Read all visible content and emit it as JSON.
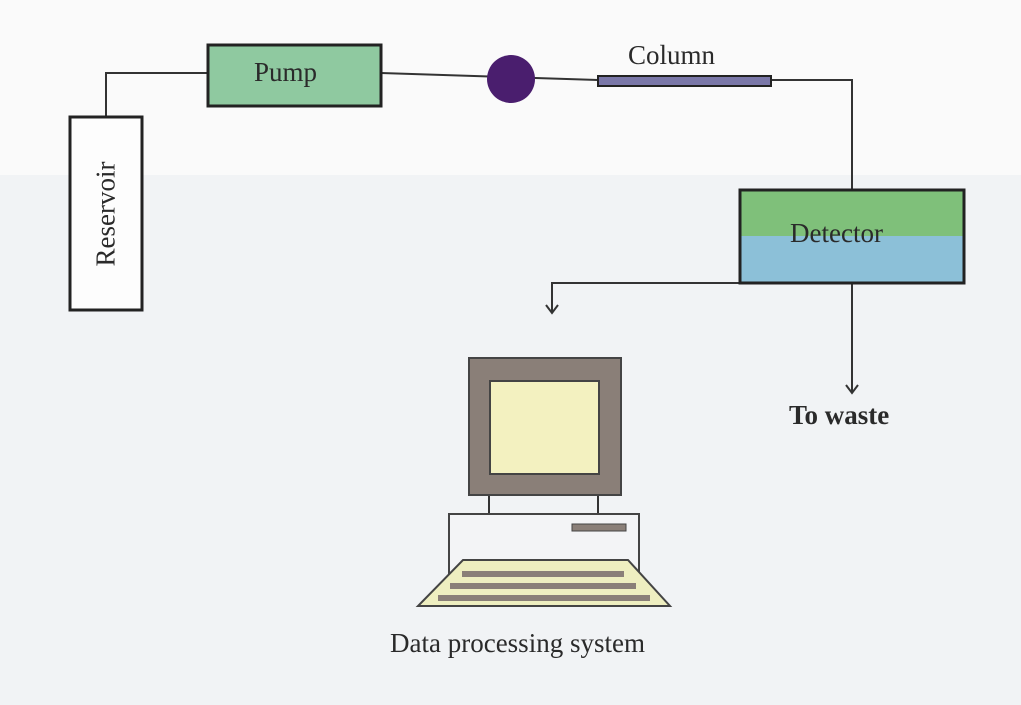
{
  "labels": {
    "pump": "Pump",
    "reservoir": "Reservoir",
    "column": "Column",
    "detector": "Detector",
    "waste": "To waste",
    "data_system": "Data processing system"
  },
  "colors": {
    "pump": "#8fc9a0",
    "injector": "#4a1e6e",
    "column": "#7a77a8",
    "detector_top": "#7fc07a",
    "detector_bottom": "#8cc0d8",
    "monitor_frame": "#8a7f78",
    "screen": "#f3f1c0",
    "keyboard": "#eeeec0"
  }
}
